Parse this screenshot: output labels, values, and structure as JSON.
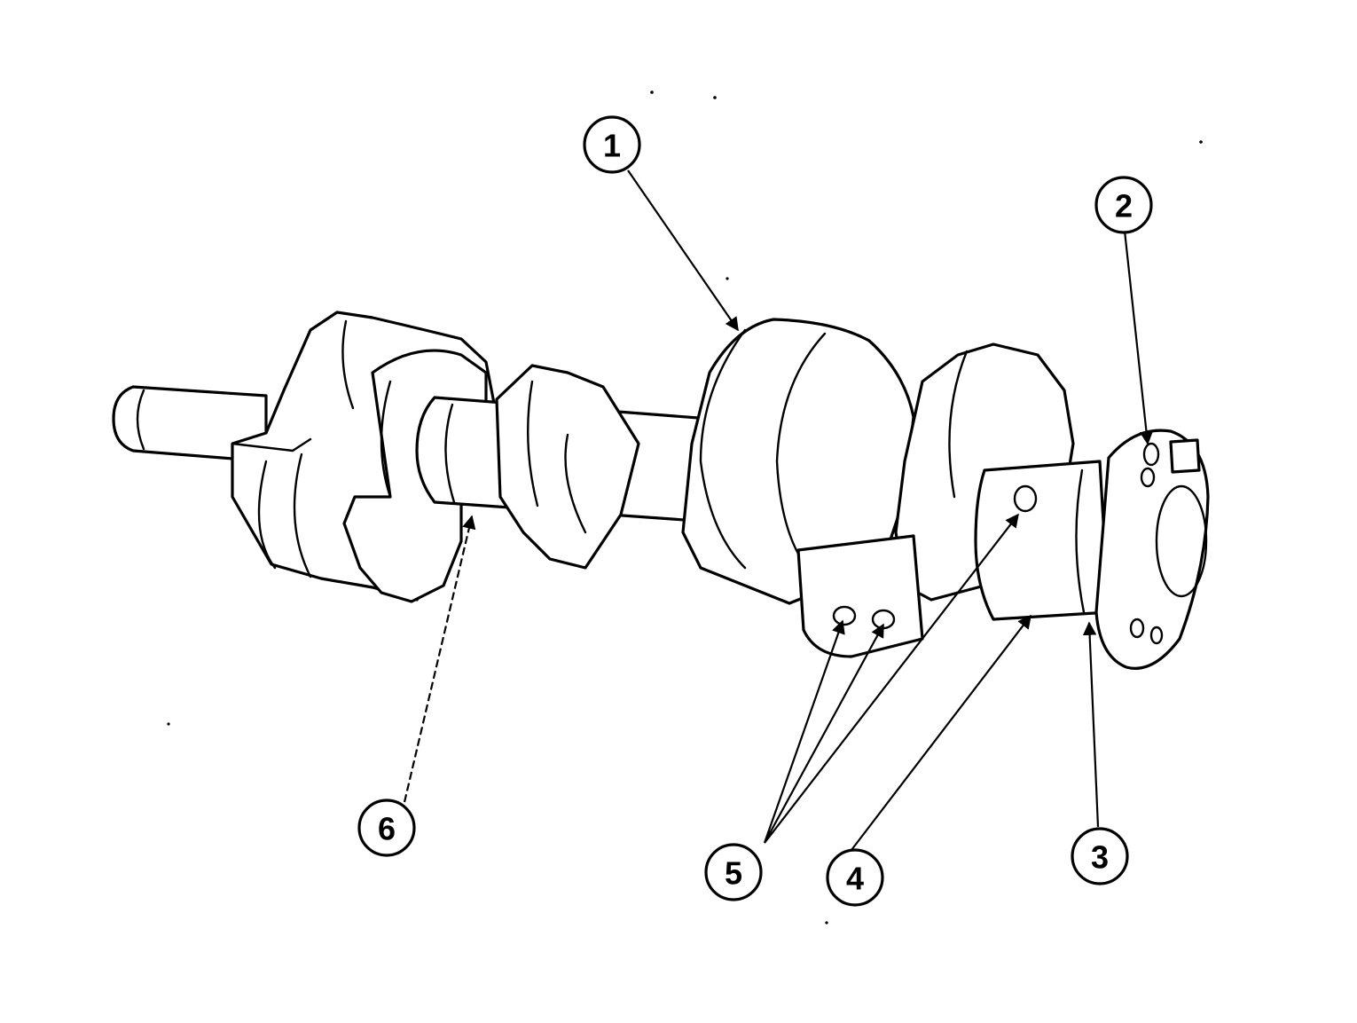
{
  "diagram": {
    "ink_color": "#000000",
    "paper_color": "#ffffff",
    "callouts": [
      {
        "id": "1",
        "label": "1"
      },
      {
        "id": "2",
        "label": "2"
      },
      {
        "id": "3",
        "label": "3"
      },
      {
        "id": "4",
        "label": "4"
      },
      {
        "id": "5",
        "label": "5"
      },
      {
        "id": "6",
        "label": "6"
      }
    ]
  }
}
